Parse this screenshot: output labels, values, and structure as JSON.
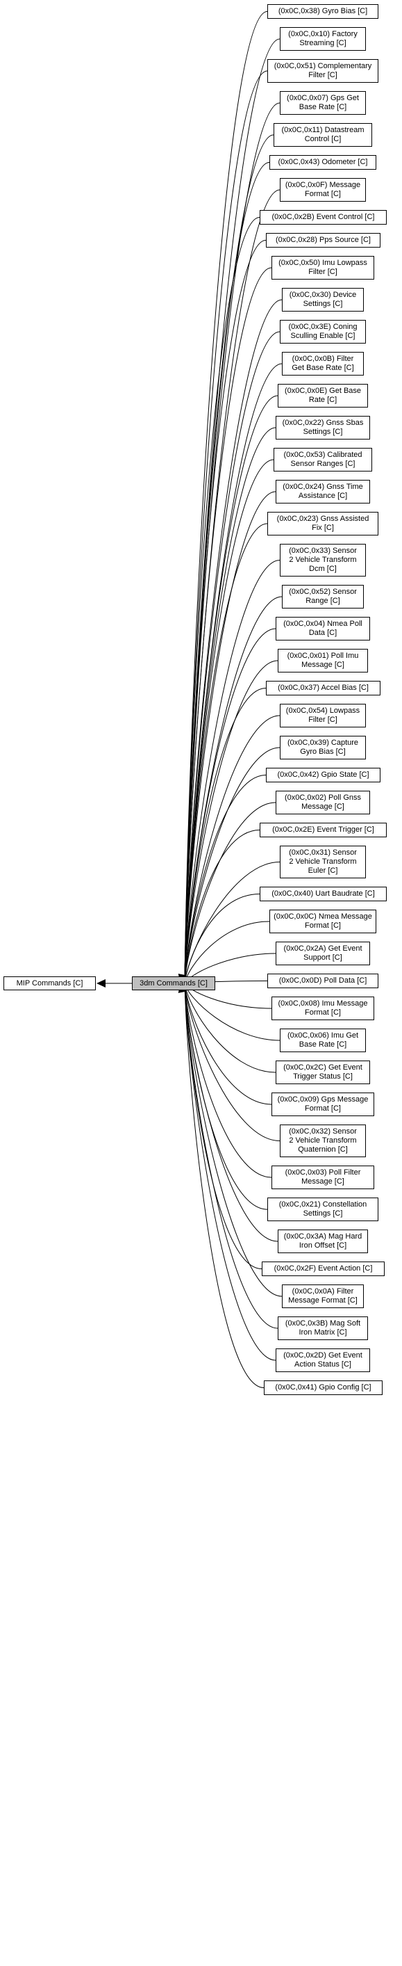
{
  "parent": "MIP Commands [C]",
  "current": "3dm Commands [C]",
  "children": [
    "(0x0C,0x38) Gyro Bias [C]",
    "(0x0C,0x10) Factory\nStreaming [C]",
    "(0x0C,0x51) Complementary\nFilter [C]",
    "(0x0C,0x07) Gps Get\nBase Rate [C]",
    "(0x0C,0x11) Datastream\nControl [C]",
    "(0x0C,0x43) Odometer [C]",
    "(0x0C,0x0F) Message\nFormat [C]",
    "(0x0C,0x2B) Event Control [C]",
    "(0x0C,0x28) Pps Source [C]",
    "(0x0C,0x50) Imu Lowpass\nFilter [C]",
    "(0x0C,0x30) Device\nSettings [C]",
    "(0x0C,0x3E) Coning\nSculling Enable [C]",
    "(0x0C,0x0B) Filter\nGet Base Rate [C]",
    "(0x0C,0x0E) Get Base\nRate [C]",
    "(0x0C,0x22) Gnss Sbas\nSettings [C]",
    "(0x0C,0x53) Calibrated\nSensor Ranges [C]",
    "(0x0C,0x24) Gnss Time\nAssistance [C]",
    "(0x0C,0x23) Gnss Assisted\nFix [C]",
    "(0x0C,0x33) Sensor\n2 Vehicle Transform\nDcm [C]",
    "(0x0C,0x52) Sensor\nRange [C]",
    "(0x0C,0x04) Nmea Poll\nData [C]",
    "(0x0C,0x01) Poll Imu\nMessage [C]",
    "(0x0C,0x37) Accel Bias [C]",
    "(0x0C,0x54) Lowpass\nFilter [C]",
    "(0x0C,0x39) Capture\nGyro Bias [C]",
    "(0x0C,0x42) Gpio State [C]",
    "(0x0C,0x02) Poll Gnss\nMessage [C]",
    "(0x0C,0x2E) Event Trigger [C]",
    "(0x0C,0x31) Sensor\n2 Vehicle Transform\nEuler [C]",
    "(0x0C,0x40) Uart Baudrate [C]",
    "(0x0C,0x0C) Nmea Message\nFormat [C]",
    "(0x0C,0x2A) Get Event\nSupport [C]",
    "(0x0C,0x0D) Poll Data [C]",
    "(0x0C,0x08) Imu Message\nFormat [C]",
    "(0x0C,0x06) Imu Get\nBase Rate [C]",
    "(0x0C,0x2C) Get Event\nTrigger Status [C]",
    "(0x0C,0x09) Gps Message\nFormat [C]",
    "(0x0C,0x32) Sensor\n2 Vehicle Transform\nQuaternion [C]",
    "(0x0C,0x03) Poll Filter\nMessage [C]",
    "(0x0C,0x21) Constellation\nSettings [C]",
    "(0x0C,0x3A) Mag Hard\nIron Offset [C]",
    "(0x0C,0x2F) Event Action [C]",
    "(0x0C,0x0A) Filter\nMessage Format [C]",
    "(0x0C,0x3B) Mag Soft\nIron Matrix [C]",
    "(0x0C,0x2D) Get Event\nAction Status [C]",
    "(0x0C,0x41) Gpio Config [C]"
  ],
  "colors": {
    "current_fill": "#bfbfbf",
    "node_fill": "#ffffff",
    "edge": "#000000"
  }
}
